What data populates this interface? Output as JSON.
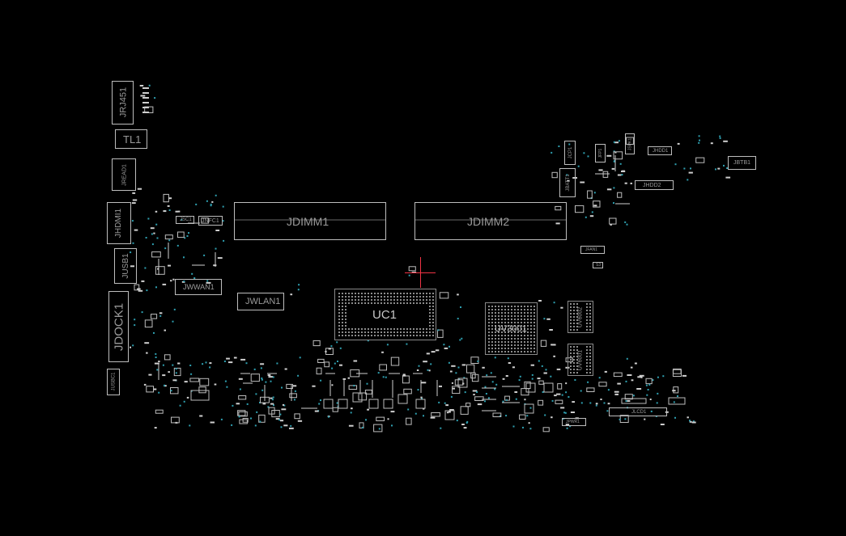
{
  "board": {
    "background": "#000000",
    "outline_color": "#bdbdbd",
    "pad_color": "#cfcfcf",
    "via_color": "#2e9fb0",
    "cursor_color": "#e34a4a"
  },
  "components": {
    "jrj451": "JRJ451",
    "tl1": "TL1",
    "jread1": "JREAD1",
    "jhdmi1": "JHDMI1",
    "jusb1": "JUSB1",
    "jdock1": "JDOCK1",
    "jusbc1": "JUSBC1",
    "jsc1": "JSC1",
    "jnfc1": "JNFC1",
    "jwwan1": "JWWAN1",
    "jwlan1": "JWLAN1",
    "jdimm1": "JDIMM1",
    "jdimm2": "JDIMM2",
    "uc1": "UC1",
    "uv3001": "UV3001",
    "uv6002": "UV6002",
    "uv6001": "UV6001",
    "jbatt1": "JBATT1",
    "jcp1": "JCP1",
    "jfp1": "JFP1",
    "jspk1": "JSPK1",
    "jhdd1": "JHDD1",
    "jhdd2": "JHDD2",
    "jbtb1": "JBTB1",
    "jfan1": "JFAN1",
    "s3": "S3",
    "jpwr1": "JPWR1",
    "jlcd1": "JLCD1"
  }
}
